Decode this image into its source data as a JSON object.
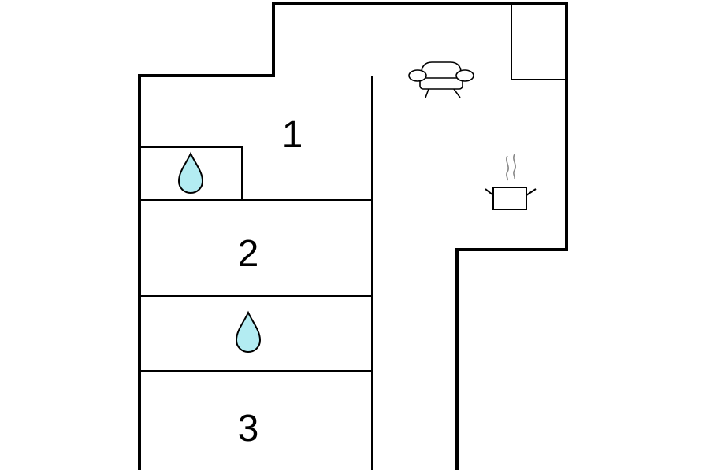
{
  "rooms": [
    {
      "label": "1"
    },
    {
      "label": "2"
    },
    {
      "label": "3"
    }
  ],
  "icons": {
    "bathroom_upper": "water-drop-icon",
    "bathroom_lower": "water-drop-icon",
    "living": "sofa-icon",
    "kitchen": "cooking-pot-icon"
  },
  "colors": {
    "wall": "#000000",
    "water": "#b3ecf2",
    "background": "#ffffff"
  }
}
